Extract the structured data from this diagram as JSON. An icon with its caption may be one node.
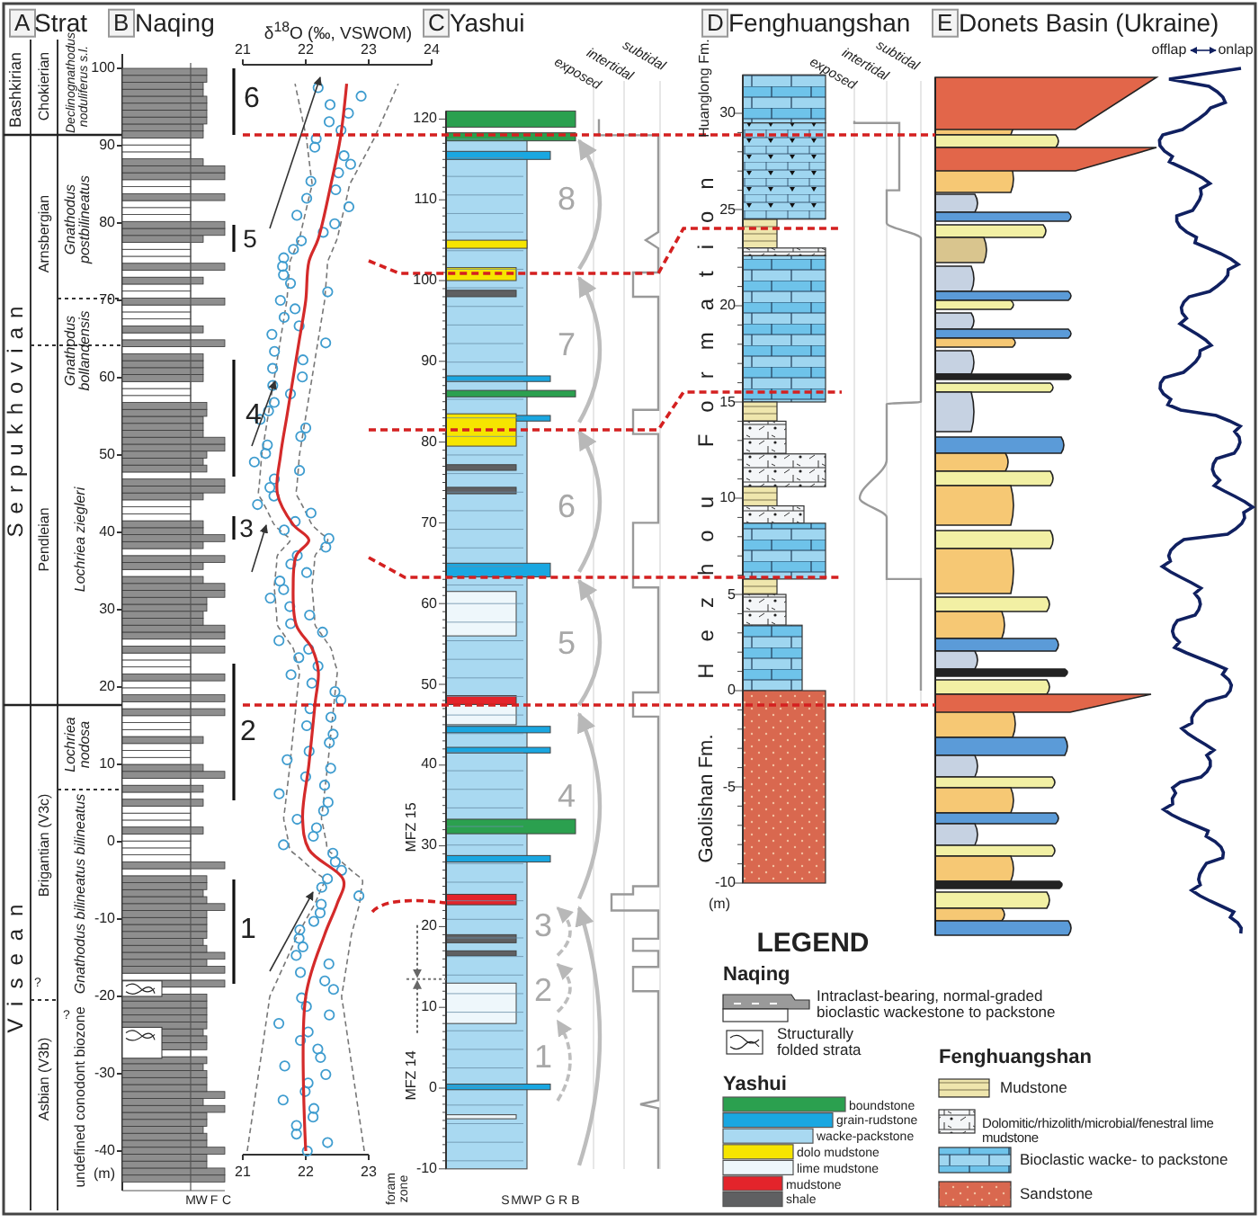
{
  "diagram": {
    "labels": [
      "A",
      "Strat",
      "B",
      "Naqing",
      "δ$^{18}$O (‰, VSWOM)",
      "C",
      "Yashui",
      "D",
      "Fenghuangshan",
      "E",
      "Donets Basin (Ukraine)",
      "21",
      "22",
      "23",
      "24",
      "exposed",
      "intertidal",
      "subtidal",
      "exposed",
      "intertidal",
      "subtidal",
      "offlap",
      "onlap",
      "Bashkirian",
      "Serpukhovian",
      "Visean",
      "Chokierian",
      "Arnsbergian",
      "Pendleian",
      "Brigantian (V3c)",
      "Asbian (V3b)",
      "Declinognathodus noduliferus s.l.",
      "Gnathodus postbilineatus",
      "Gnathodus bollandensis",
      "Lochriea ziegleri",
      "Lochriea nodosa",
      "Gnathodus bilineatus bilineatus",
      "undefined conodont biozone",
      "?",
      "?",
      "100",
      "90",
      "80",
      "70",
      "60",
      "50",
      "40",
      "30",
      "20",
      "10",
      "0",
      "-10",
      "-20",
      "-30",
      "-40",
      "(m)",
      "M",
      "W",
      "F",
      "C",
      "6",
      "5",
      "4",
      "3",
      "2",
      "1",
      "21",
      "22",
      "23",
      "120",
      "110",
      "100",
      "90",
      "80",
      "70",
      "60",
      "50",
      "40",
      "30",
      "20",
      "10",
      "0",
      "-10",
      "8",
      "7",
      "6",
      "5",
      "4",
      "3",
      "2",
      "1",
      "MFZ 15",
      "MFZ 14",
      "foram zone",
      "S",
      "M",
      "W",
      "P",
      "G",
      "R",
      "B",
      "Huanglong Fm.",
      "Hezhou Formation",
      "Gaolishan Fm.",
      "30",
      "25",
      "20",
      "15",
      "10",
      "5",
      "0",
      "-5",
      "-10",
      "(m)",
      "LEGEND",
      "Naqing",
      "Yashui",
      "Fenghuangshan"
    ],
    "legend": [
      {
        "text": "Intraclast-bearing, normal-graded bioclastic wackestone to packstone"
      },
      {
        "text": "Structurally folded strata"
      },
      {
        "text": "boundstone",
        "color": "#2ba04f"
      },
      {
        "text": "grain-rudstone",
        "color": "#1aa7e1"
      },
      {
        "text": "wacke-packstone",
        "color": "#a9d9f1"
      },
      {
        "text": "dolo mudstone",
        "color": "#f6e500"
      },
      {
        "text": "lime mudstone",
        "color": "#eef7fb"
      },
      {
        "text": "mudstone",
        "color": "#e3242b"
      },
      {
        "text": "shale",
        "color": "#5f6062"
      },
      {
        "text": "Mudstone"
      },
      {
        "text": "Dolomitic/rhizolith/microbial/fenestral lime mudstone"
      },
      {
        "text": "Bioclastic wacke- to packstone"
      },
      {
        "text": "Sandstone"
      }
    ]
  }
}
